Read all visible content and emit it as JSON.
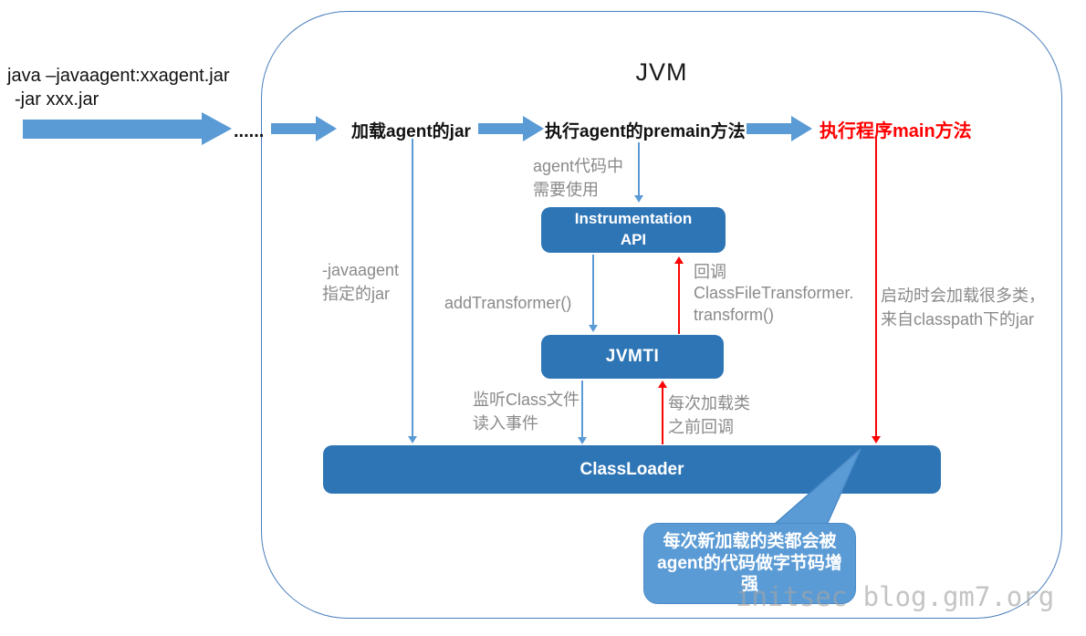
{
  "title": "JVM",
  "command": {
    "line1": "java –javaagent:xxagent.jar",
    "line2": "-jar xxx.jar"
  },
  "flow": {
    "dots": "......",
    "step_load_agent_jar": "加载agent的jar",
    "step_premain": "执行agent的premain方法",
    "step_main": "执行程序main方法"
  },
  "boxes": {
    "instrumentation_api": "Instrumentation\nAPI",
    "jvmti": "JVMTI",
    "classloader": "ClassLoader"
  },
  "labels": {
    "javaagent_jar": "-javaagent\n指定的jar",
    "agent_code_usage": "agent代码中\n需要使用",
    "add_transformer": "addTransformer()",
    "callback_transform": "回调\nClassFileTransformer.\ntransform()",
    "startup_classes": "启动时会加载很多类，\n来自classpath下的jar",
    "listen_class_file": "监听Class文件\n读入事件",
    "callback_before_load": "每次加载类\n之前回调"
  },
  "callout_text": "每次新加载的类都会被\nagent的代码做字节码增\n强",
  "watermark": "initsec blog.gm7.org",
  "colors": {
    "node_fill": "#2E75B6",
    "arrow_fill": "#5B9BD5",
    "jvm_outline": "#4A7EBC",
    "red_accent": "#FF0000",
    "gray_label": "#8A8A8A"
  }
}
